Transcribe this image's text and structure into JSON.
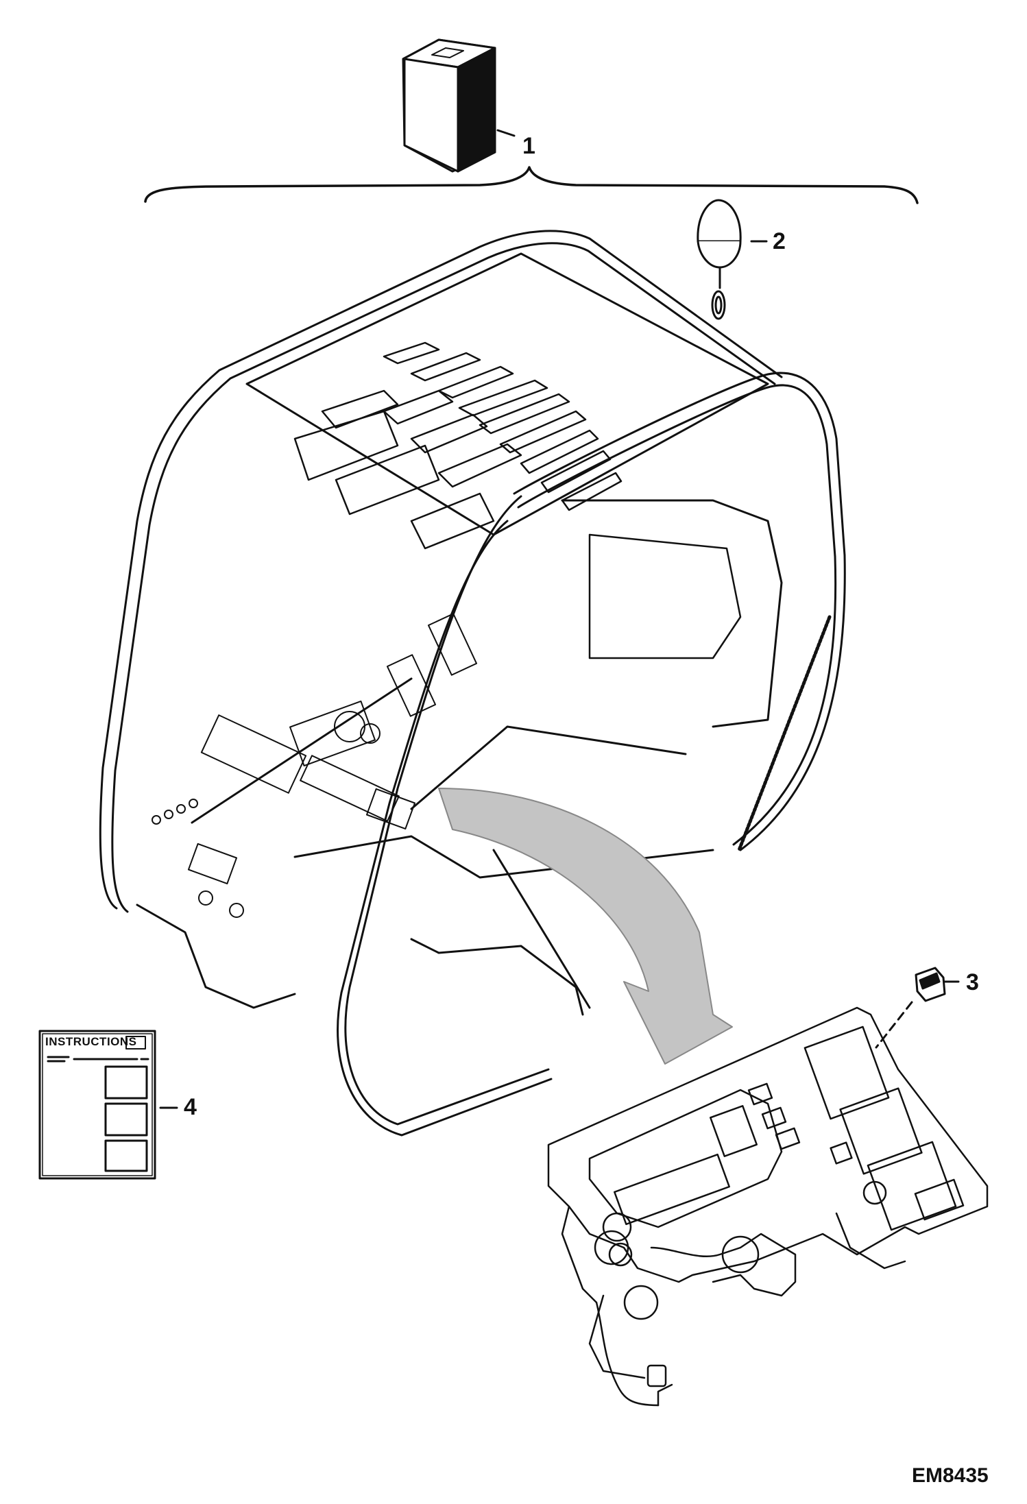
{
  "figure": {
    "drawing_id": "EM8435",
    "callouts": [
      {
        "number": "1"
      },
      {
        "number": "2"
      },
      {
        "number": "3"
      },
      {
        "number": "4"
      }
    ],
    "instruction_card": {
      "heading": "INSTRUCTIONS"
    }
  },
  "colors": {
    "line": "#111111",
    "arrow_fill": "#c4c4c4",
    "panel_fill": "#ffffff",
    "kit_box_dark": "#111111"
  },
  "icons": {
    "kit_box": "box-icon",
    "beacon": "beacon-light-icon",
    "switch": "rocker-switch-icon",
    "card": "instruction-card-icon"
  }
}
